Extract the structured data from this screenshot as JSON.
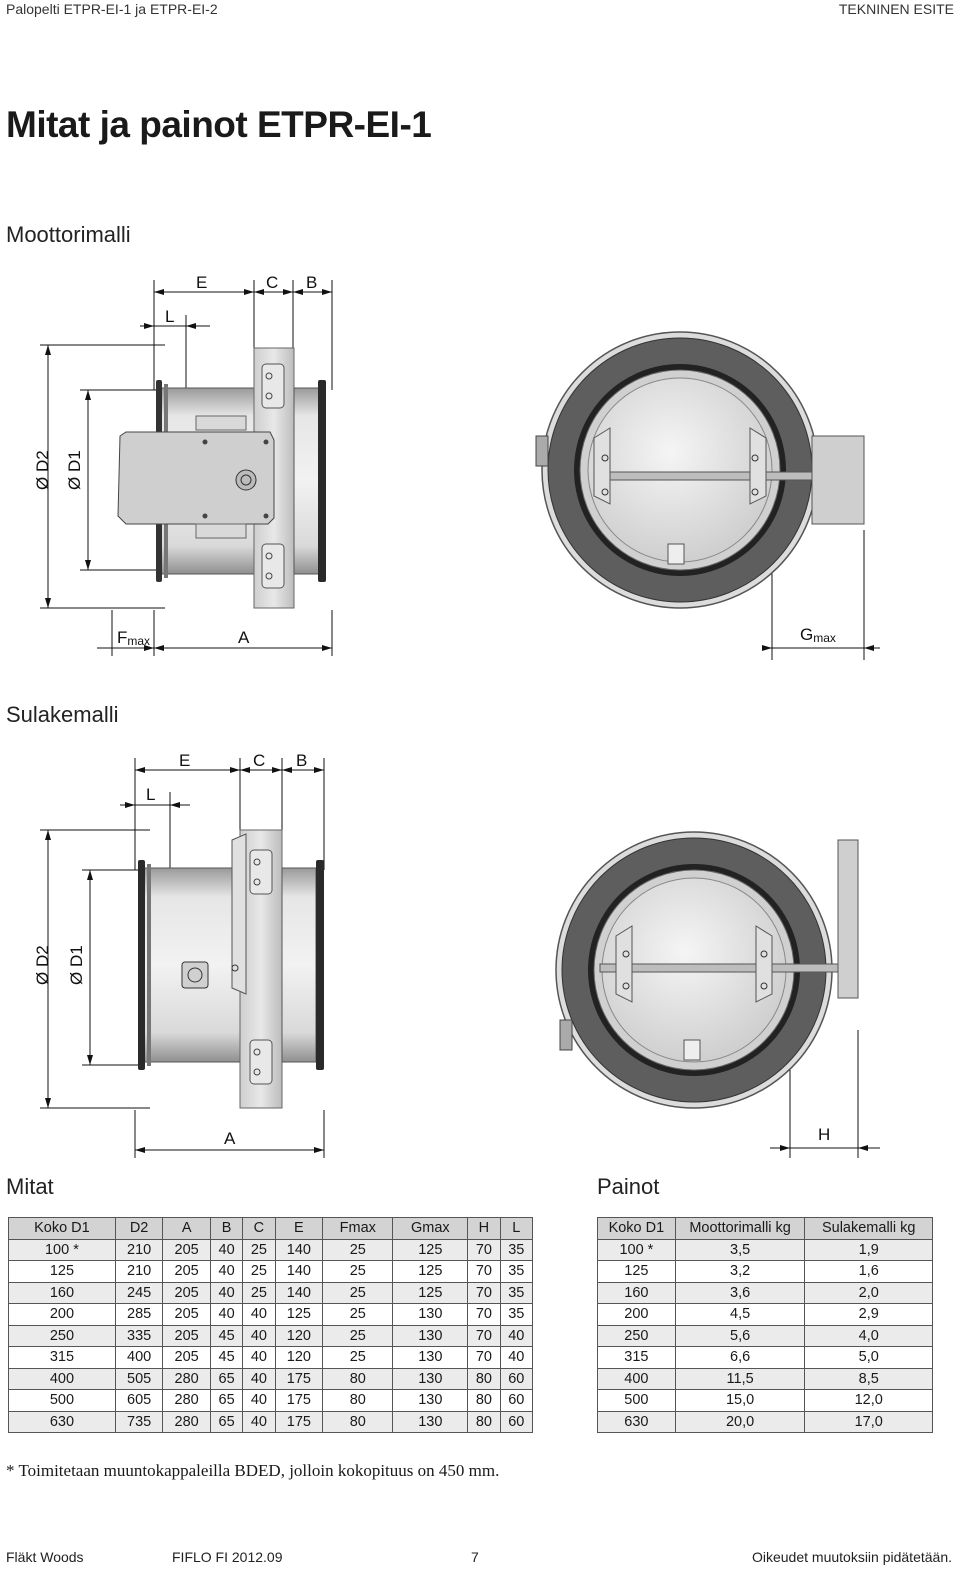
{
  "header": {
    "doc_name": "Palopelti ETPR-EI-1 ja ETPR-EI-2",
    "doc_type": "TEKNINEN ESITE"
  },
  "title": "Mitat ja painot ETPR-EI-1",
  "sections": {
    "motor": "Moottorimalli",
    "fuse": "Sulakemalli",
    "dimensions": "Mitat",
    "weights": "Painot"
  },
  "drawing_labels": {
    "E": "E",
    "C": "C",
    "B": "B",
    "L": "L",
    "D2": "Ø D2",
    "D1": "Ø D1",
    "F": "F",
    "F_sub": "max",
    "A": "A",
    "G": "G",
    "G_sub": "max",
    "H": "H"
  },
  "dim_table": {
    "headers": [
      "Koko D1",
      "D2",
      "A",
      "B",
      "C",
      "E",
      "Fmax",
      "Gmax",
      "H",
      "L"
    ],
    "rows": [
      [
        "100 *",
        "210",
        "205",
        "40",
        "25",
        "140",
        "25",
        "125",
        "70",
        "35"
      ],
      [
        "125",
        "210",
        "205",
        "40",
        "25",
        "140",
        "25",
        "125",
        "70",
        "35"
      ],
      [
        "160",
        "245",
        "205",
        "40",
        "25",
        "140",
        "25",
        "125",
        "70",
        "35"
      ],
      [
        "200",
        "285",
        "205",
        "40",
        "40",
        "125",
        "25",
        "130",
        "70",
        "35"
      ],
      [
        "250",
        "335",
        "205",
        "45",
        "40",
        "120",
        "25",
        "130",
        "70",
        "40"
      ],
      [
        "315",
        "400",
        "205",
        "45",
        "40",
        "120",
        "25",
        "130",
        "70",
        "40"
      ],
      [
        "400",
        "505",
        "280",
        "65",
        "40",
        "175",
        "80",
        "130",
        "80",
        "60"
      ],
      [
        "500",
        "605",
        "280",
        "65",
        "40",
        "175",
        "80",
        "130",
        "80",
        "60"
      ],
      [
        "630",
        "735",
        "280",
        "65",
        "40",
        "175",
        "80",
        "130",
        "80",
        "60"
      ]
    ]
  },
  "weight_table": {
    "headers": [
      "Koko D1",
      "Moottorimalli kg",
      "Sulakemalli kg"
    ],
    "rows": [
      [
        "100 *",
        "3,5",
        "1,9"
      ],
      [
        "125",
        "3,2",
        "1,6"
      ],
      [
        "160",
        "3,6",
        "2,0"
      ],
      [
        "200",
        "4,5",
        "2,9"
      ],
      [
        "250",
        "5,6",
        "4,0"
      ],
      [
        "315",
        "6,6",
        "5,0"
      ],
      [
        "400",
        "11,5",
        "8,5"
      ],
      [
        "500",
        "15,0",
        "12,0"
      ],
      [
        "630",
        "20,0",
        "17,0"
      ]
    ]
  },
  "footnote": "* Toimitetaan muuntokappaleilla BDED, jolloin kokopituus on 450 mm.",
  "footer": {
    "company": "Fläkt Woods",
    "doc_code": "FIFLO FI 2012.09",
    "page": "7",
    "rights": "Oikeudet muutoksiin pidätetään."
  },
  "colors": {
    "metal_light": "#dcdcdc",
    "metal_mid": "#b8b8b8",
    "ring_dark": "#5a5a5a",
    "gasket_black": "#222222",
    "table_header": "#d3d3d3",
    "table_row_shade": "#ebebeb"
  }
}
